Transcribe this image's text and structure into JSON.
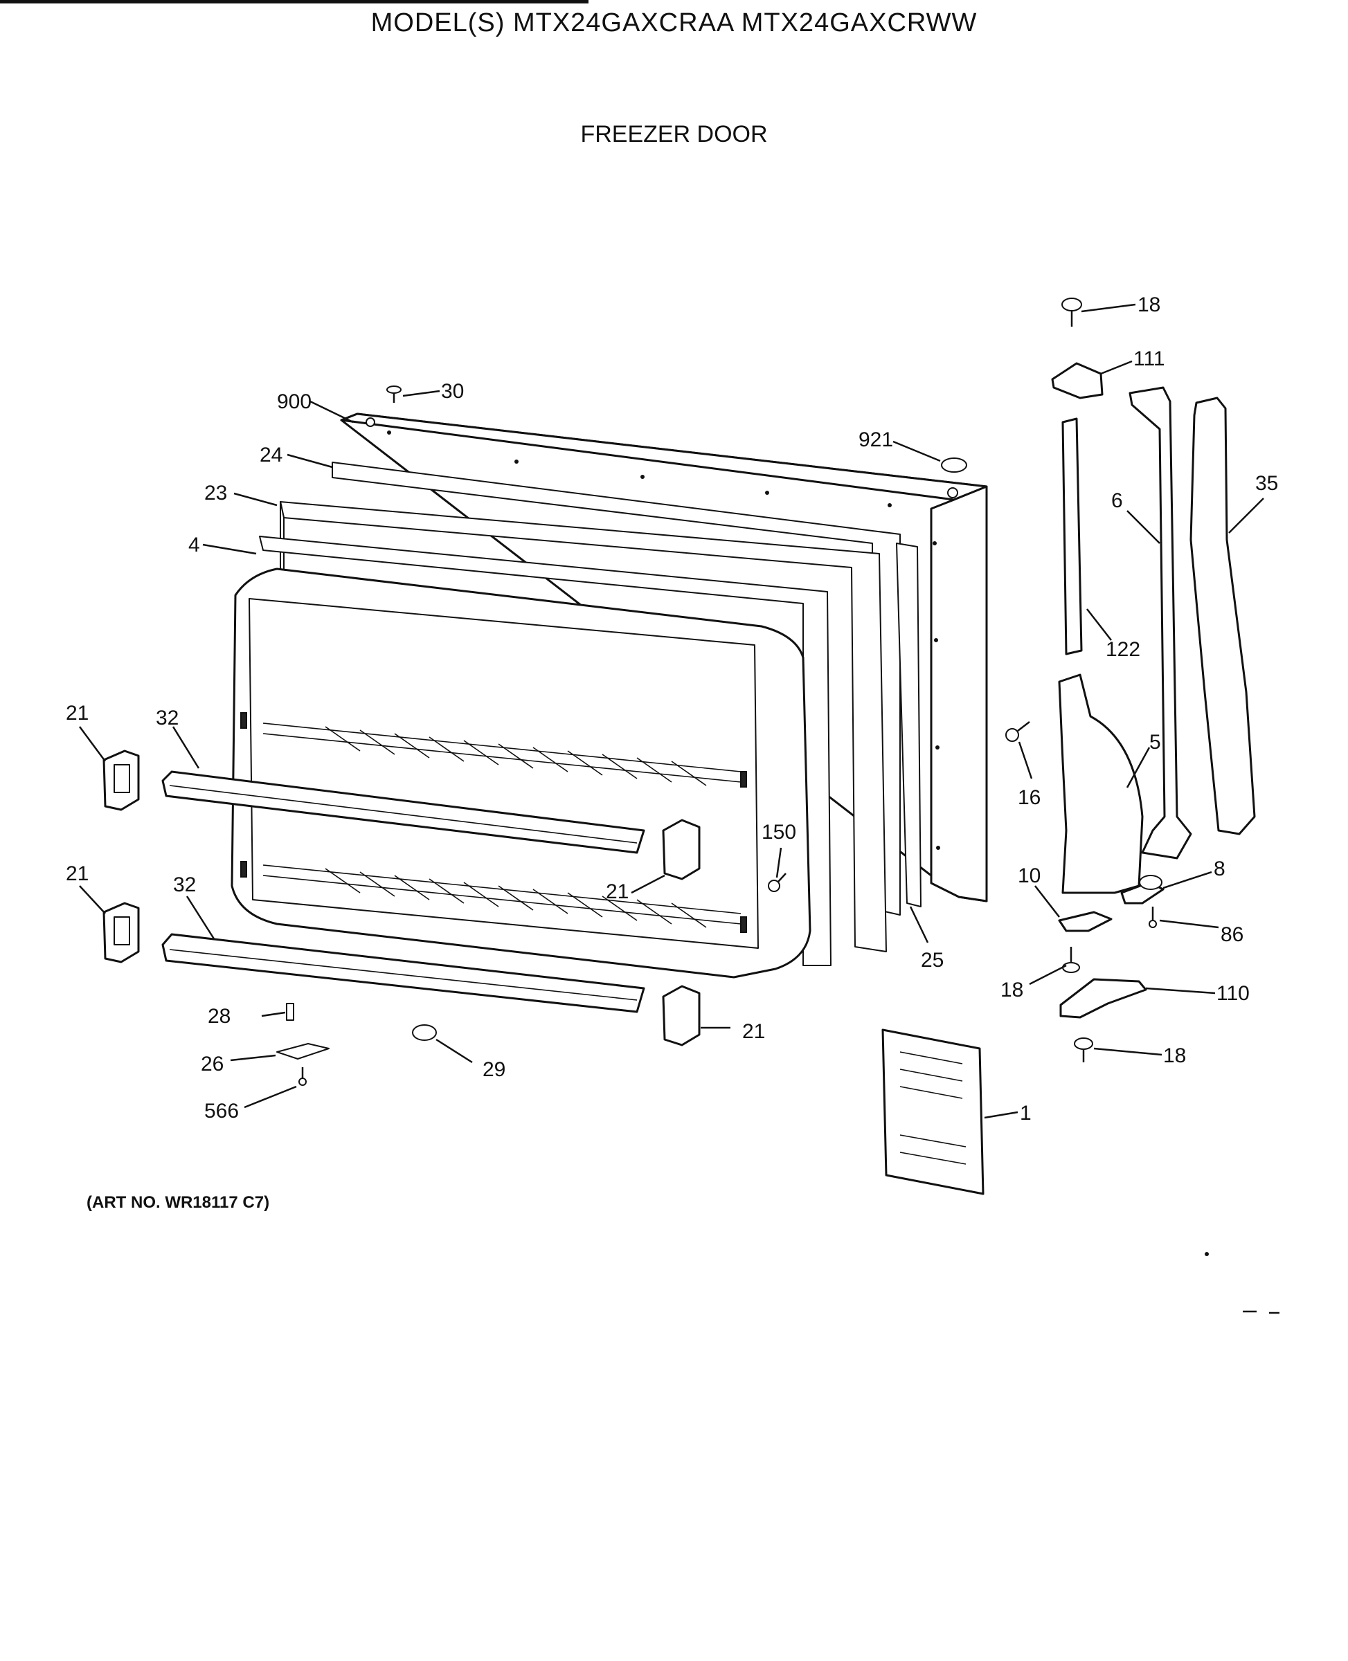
{
  "header": {
    "model_title": "MODEL(S) MTX24GAXCRAA  MTX24GAXCRWW",
    "section_title": "FREEZER DOOR"
  },
  "footer": {
    "art_no": "(ART NO. WR18117 C7)"
  },
  "callouts": {
    "c18a": "18",
    "c111": "111",
    "c30": "30",
    "c900": "900",
    "c921": "921",
    "c24": "24",
    "c23": "23",
    "c4": "4",
    "c6": "6",
    "c35": "35",
    "c122": "122",
    "c21a": "21",
    "c32a": "32",
    "c16": "16",
    "c5": "5",
    "c150": "150",
    "c21b": "21",
    "c10": "10",
    "c8": "8",
    "c21c": "21",
    "c32b": "32",
    "c86": "86",
    "c25": "25",
    "c18b": "18",
    "c110": "110",
    "c28": "28",
    "c21d": "21",
    "c18c": "18",
    "c26": "26",
    "c29": "29",
    "c566": "566",
    "c1": "1"
  }
}
